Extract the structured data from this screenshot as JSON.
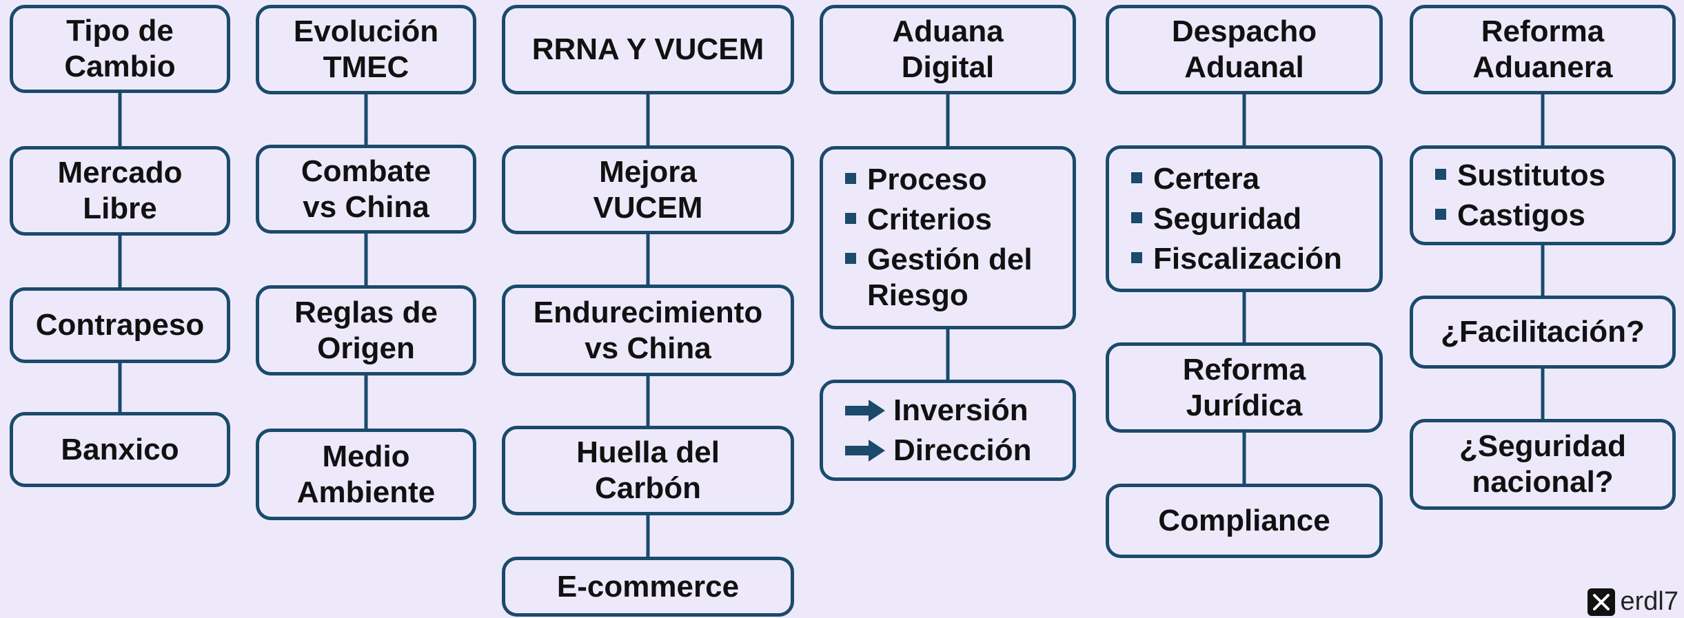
{
  "colors": {
    "background": "#ede9fb",
    "border": "#1b4a6b",
    "text": "#111111"
  },
  "columns": [
    {
      "header": "Tipo de\nCambio",
      "nodes": [
        {
          "text": "Mercado\nLibre"
        },
        {
          "text": "Contrapeso"
        },
        {
          "text": "Banxico"
        }
      ]
    },
    {
      "header": "Evolución\nTMEC",
      "nodes": [
        {
          "text": "Combate\nvs China"
        },
        {
          "text": "Reglas de\nOrigen"
        },
        {
          "text": "Medio\nAmbiente"
        }
      ]
    },
    {
      "header": "RRNA Y VUCEM",
      "nodes": [
        {
          "text": "Mejora\nVUCEM"
        },
        {
          "text": "Endurecimiento\nvs China"
        },
        {
          "text": "Huella del\nCarbón"
        },
        {
          "text": "E-commerce"
        }
      ]
    },
    {
      "header": "Aduana\nDigital",
      "nodes": [
        {
          "items": [
            "Proceso",
            "Criterios",
            "Gestión del\nRiesgo"
          ],
          "marker": "square"
        },
        {
          "items": [
            "Inversión",
            "Dirección"
          ],
          "marker": "arrow"
        }
      ]
    },
    {
      "header": "Despacho\nAduanal",
      "nodes": [
        {
          "items": [
            "Certera",
            "Seguridad",
            "Fiscalización"
          ],
          "marker": "square"
        },
        {
          "text": "Reforma\nJurídica"
        },
        {
          "text": "Compliance"
        }
      ]
    },
    {
      "header": "Reforma\nAduanera",
      "nodes": [
        {
          "items": [
            "Sustitutos",
            "Castigos"
          ],
          "marker": "square"
        },
        {
          "text": "¿Facilitación?"
        },
        {
          "text": "¿Seguridad\nnacional?"
        }
      ]
    }
  ],
  "footer": {
    "icon": "x-logo-icon",
    "handle": "erdl7"
  }
}
